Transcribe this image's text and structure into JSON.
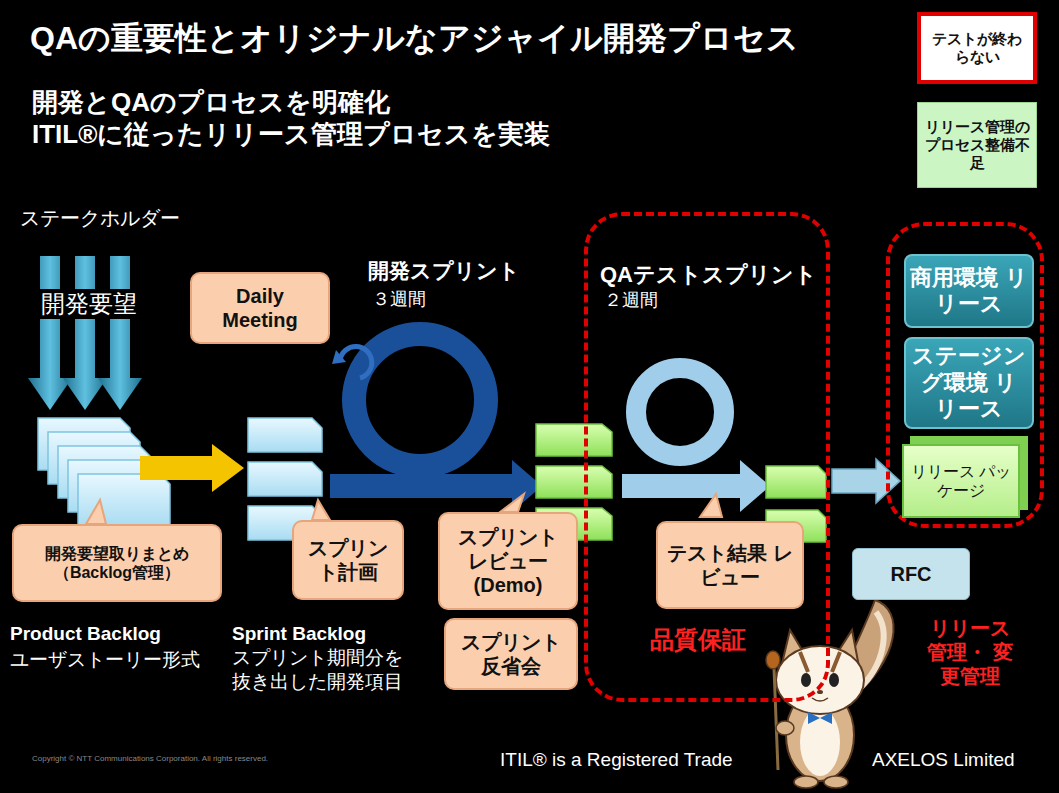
{
  "diagram": {
    "title": "QAの重要性とオリジナルなアジャイル開発プロセス",
    "nodes": [
      {
        "text": [
          "テストが終わらない"
        ]
      },
      {
        "text": [
          "リリース管理のプロセス整備不足"
        ]
      },
      {
        "text": [
          "Daily Meeting"
        ]
      },
      {
        "text": [
          "開発要望取りまとめ （Backlog管理）"
        ]
      },
      {
        "text": [
          "スプリント計画"
        ]
      },
      {
        "text": [
          "スプリント レビュー (Demo)"
        ]
      },
      {
        "text": [
          "スプリント 反省会"
        ]
      },
      {
        "text": [
          "QAテストスプリント",
          "２週間",
          "品質保証"
        ]
      },
      {
        "text": [
          "テスト結果 レビュー"
        ],
        "in": 7
      },
      {
        "text": [
          "リリース 管理・ 変更管理"
        ]
      },
      {
        "text": [
          "商用環境 リリース"
        ],
        "in": 9
      },
      {
        "text": [
          "ステージング環境 リリース"
        ],
        "in": 9
      },
      {
        "text": [
          "リリース パッケージ"
        ],
        "in": 9
      },
      {
        "text": [
          "RFC"
        ]
      }
    ],
    "edges": [
      {
        "from": 7,
        "to": 12,
        "arrow": "to"
      }
    ],
    "labels": [
      "開発とQAのプロセスを明確化",
      "ITIL®に従ったリリース管理プロセスを実装",
      "ステークホルダー",
      "開発要望",
      "開発スプリント",
      "３週間",
      "Product Backlog",
      "ユーザストーリー形式",
      "Sprint Backlog",
      "スプリント期間分を 抜き出した開発項目",
      "Copyright © NTT Communications Corporation. All rights reserved.",
      "ITIL® is a Registered Trade",
      "AXELOS Limited"
    ]
  }
}
